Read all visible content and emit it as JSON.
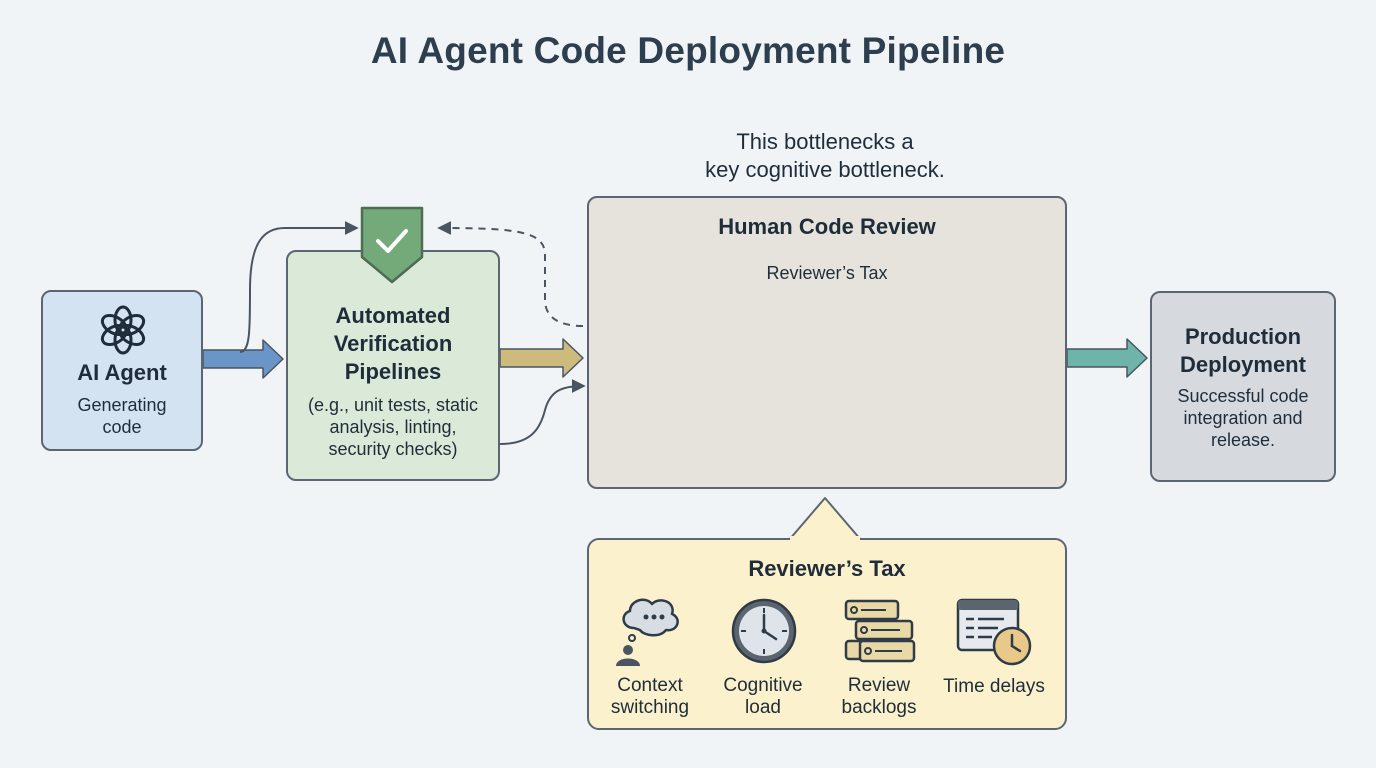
{
  "title": "AI Agent Code Deployment Pipeline",
  "note": {
    "line1": "This bottlenecks a",
    "line2": "key cognitive bottleneck."
  },
  "agent": {
    "title": "AI Agent",
    "desc_line1": "Generating",
    "desc_line2": "code"
  },
  "verification": {
    "title_line1": "Automated",
    "title_line2": "Verification",
    "title_line3": "Pipelines",
    "desc_line1": "(e.g., unit tests, static",
    "desc_line2": "analysis, linting,",
    "desc_line3": "security checks)"
  },
  "review": {
    "title": "Human Code Review",
    "loop_label": "Reviewer’s Tax"
  },
  "production": {
    "title_line1": "Production",
    "title_line2": "Deployment",
    "desc_line1": "Successful code",
    "desc_line2": "integration and",
    "desc_line3": "release."
  },
  "tax": {
    "title": "Reviewer’s Tax",
    "items": [
      {
        "line1": "Context",
        "line2": "switching",
        "icon": "thought-bubble-icon"
      },
      {
        "line1": "Cognitive",
        "line2": "load",
        "icon": "clock-icon"
      },
      {
        "line1": "Review",
        "line2": "backlogs",
        "icon": "stacked-list-icon"
      },
      {
        "line1": "Time delays",
        "line2": "",
        "icon": "calendar-clock-icon"
      }
    ]
  },
  "colors": {
    "background": "#f1f4f7",
    "agent_fill": "#d4e3f2",
    "verify_fill": "#dbe9d9",
    "review_fill": "#e6e3dc",
    "prod_fill": "#d6d9de",
    "tax_fill": "#fbf1cc",
    "shield_green": "#74a97a",
    "reviewer_yellow": "#f2d77c",
    "reviewer_neutral": "#e3dccf",
    "arrow_blue": "#6a95c9",
    "arrow_gold": "#cdbb7e",
    "arrow_teal": "#6fb4ab",
    "approve_green": "#7cb37f"
  }
}
